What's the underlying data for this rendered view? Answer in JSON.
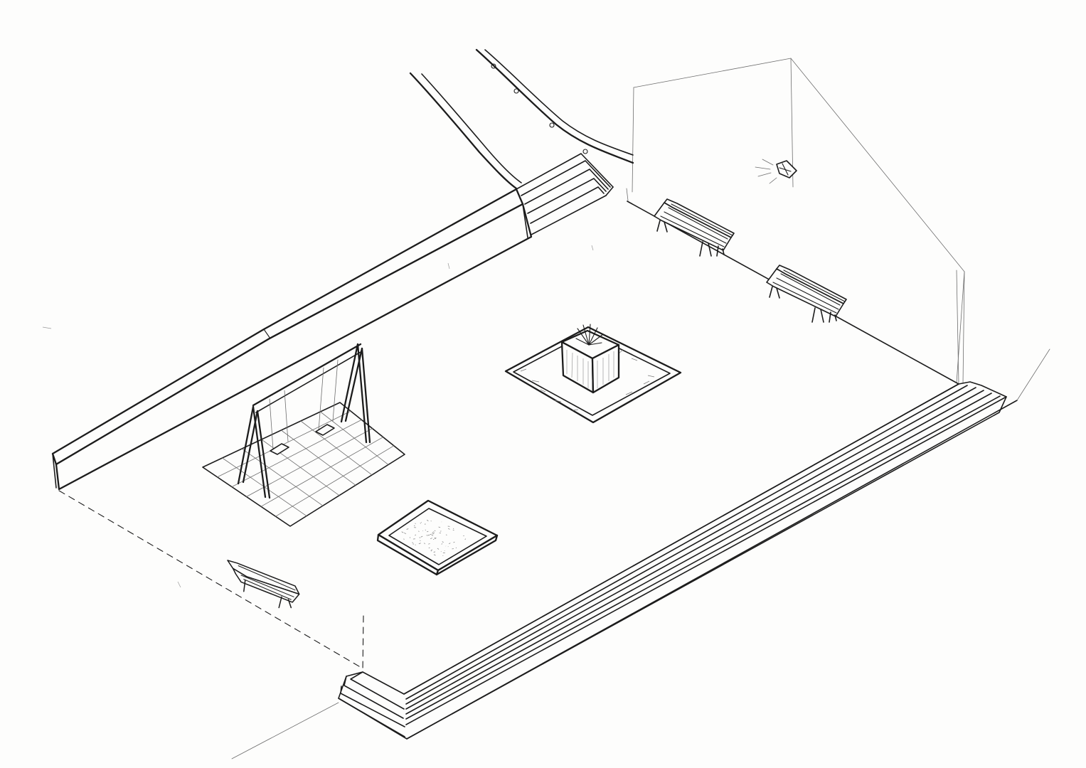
{
  "drawing": {
    "paper_color": "#fdfdfc",
    "ink_color": "#1c1c1c",
    "medium": "pencil",
    "projection": "isometric"
  },
  "elements": [
    {
      "name": "plaza-platform",
      "icon": "raised-plaza"
    },
    {
      "name": "front-steps",
      "icon": "stairs"
    },
    {
      "name": "corner-steps",
      "icon": "stairs"
    },
    {
      "name": "back-steps",
      "icon": "stairs"
    },
    {
      "name": "retaining-wall",
      "icon": "wall"
    },
    {
      "name": "curved-ramp",
      "icon": "ramp"
    },
    {
      "name": "building-facade",
      "icon": "wall-plane"
    },
    {
      "name": "wall-lamp",
      "icon": "lamp"
    },
    {
      "name": "bench",
      "icon": "bench",
      "count": 3
    },
    {
      "name": "swing-set",
      "icon": "swing"
    },
    {
      "name": "tiled-pad",
      "icon": "grid-tiles"
    },
    {
      "name": "sandbox",
      "icon": "sandbox"
    },
    {
      "name": "tree-planter",
      "icon": "planter"
    }
  ]
}
